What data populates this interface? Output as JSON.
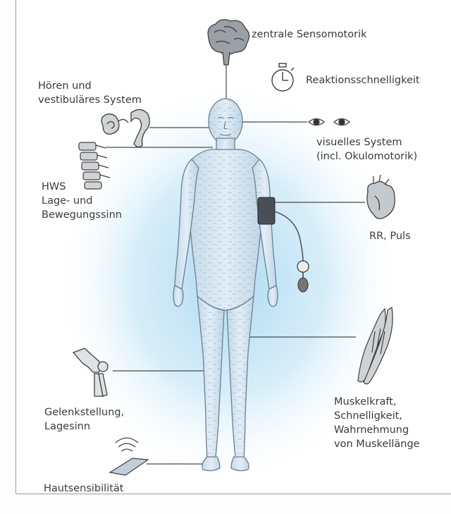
{
  "diagram": {
    "labels": {
      "brain": [
        "zentrale Sensomotorik"
      ],
      "stopwatch": [
        "Reaktionsschnelligkeit"
      ],
      "ear": [
        "Hören und",
        "vestibuläres System"
      ],
      "eyes": [
        "visuelles System",
        "(incl. Okulomotorik)"
      ],
      "spine": [
        "HWS",
        "Lage- und",
        "Bewegungssinn"
      ],
      "heart": [
        "RR, Puls"
      ],
      "muscle": [
        "Muskelkraft,",
        "Schnelligkeit,",
        "Wahrnehmung",
        "von Muskellänge"
      ],
      "knee": [
        "Gelenkstellung,",
        "Lagesinn"
      ],
      "skin": [
        "Hautsensibilität"
      ]
    },
    "colors": {
      "halo": "#bfe3f5",
      "body_fill": "#d3e6f3",
      "body_stroke": "#6b7f90",
      "icon_stroke": "#3e3e3e",
      "line": "#4a4a4a",
      "text": "#3a3a3a"
    }
  }
}
